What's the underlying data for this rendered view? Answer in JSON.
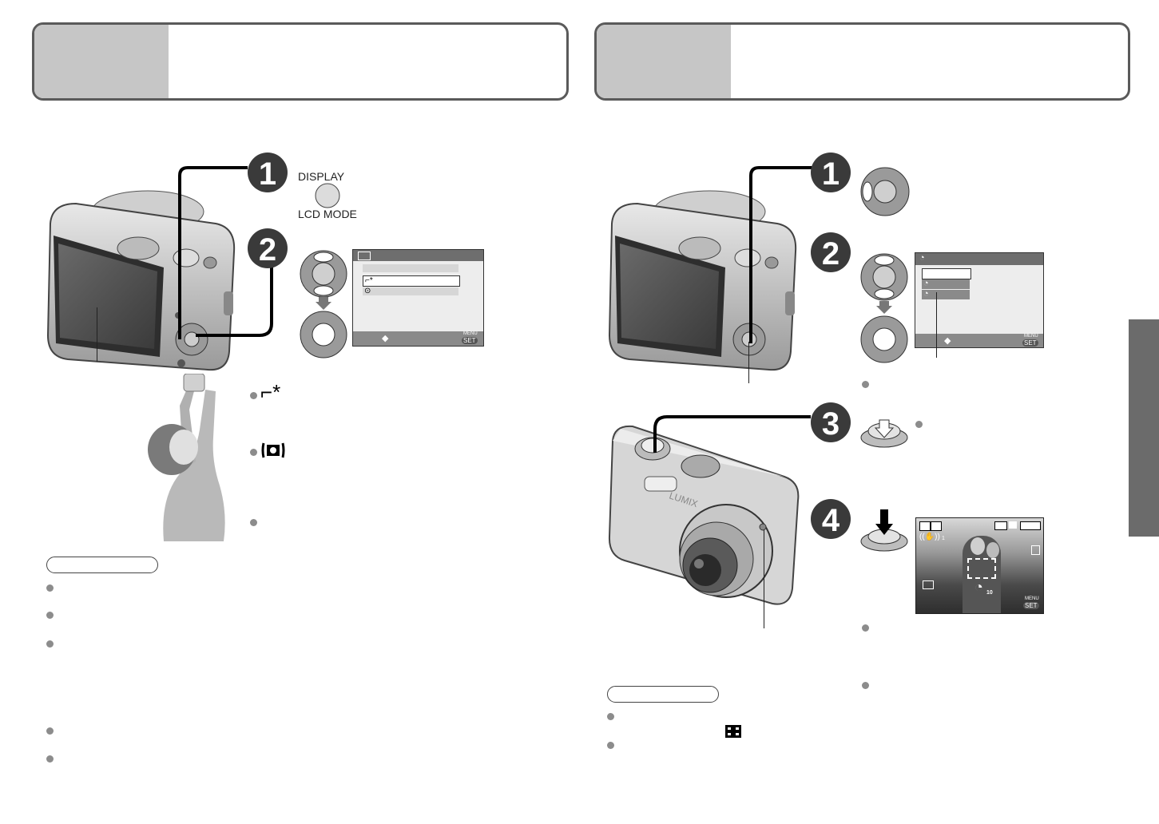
{
  "left": {
    "button_labels": {
      "display": "DISPLAY",
      "lcd_mode": "LCD MODE"
    },
    "step_numbers": [
      "1",
      "2"
    ],
    "menu_screen": {
      "footer_set": "SET",
      "footer_menu": "MENU"
    }
  },
  "right": {
    "step_numbers": [
      "1",
      "2",
      "3",
      "4"
    ],
    "menu_screen": {
      "footer_set": "SET",
      "footer_menu": "MENU"
    },
    "camera_brand": "LUMIX",
    "lcd_preview": {
      "countdown": "10",
      "set": "SET",
      "menu": "MENU",
      "shake_level": "1"
    }
  },
  "colors": {
    "header_border": "#5a5a5a",
    "header_tab": "#c6c6c6",
    "step_circle": "#3a3a3a",
    "side_tab": "#6b6b6b",
    "bullet": "#8c8c8c"
  },
  "icons": [
    "display-button-icon",
    "cursor-pad-icon",
    "set-button-icon",
    "shutter-half-press-icon",
    "shutter-full-press-icon",
    "power-lcd-icon",
    "high-angle-icon",
    "motion-picture-icon",
    "self-timer-icon"
  ]
}
